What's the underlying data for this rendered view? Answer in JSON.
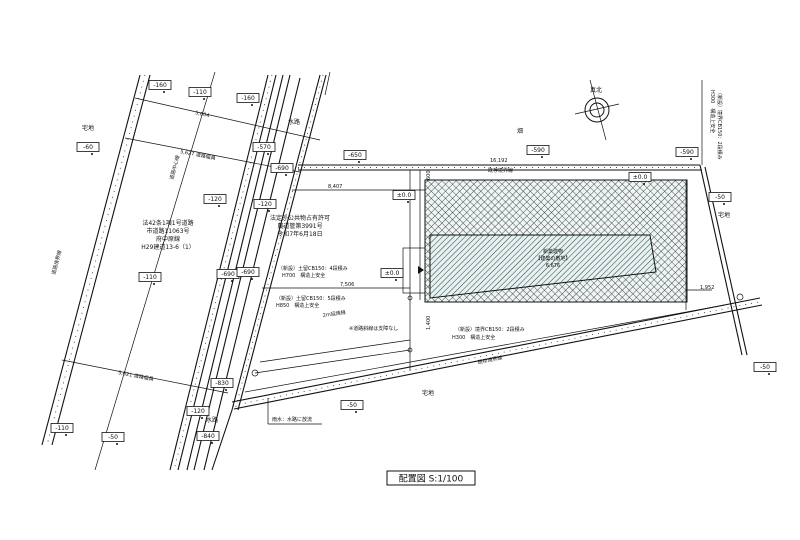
{
  "title": "配置図 S:1/100",
  "elevations": [
    "-160",
    "-110",
    "-160",
    "-570",
    "-690",
    "-650",
    "-590",
    "-590",
    "-120",
    "-120",
    "-60",
    "-110",
    "±0.0",
    "±0.0",
    "-50",
    "±0.0",
    "-690",
    "-690",
    "-50",
    "-50",
    "-830",
    "-120",
    "-840",
    "-110",
    "-50"
  ],
  "land_use": {
    "residential": "宅地",
    "field": "畑",
    "waterway": "水路"
  },
  "north": "真北",
  "dims": {
    "d5604": "5,604",
    "road_width_top": "5,627 道路幅員",
    "road_width_bottom": "5,621 道路幅員",
    "d8407": "8,407",
    "d16192": "16,192",
    "d7506": "7,506",
    "d1952": "1,952",
    "d1400": "1,400",
    "d600": "600"
  },
  "road": {
    "lines": [
      "法42条1項1号道路",
      "市道路11063号",
      "府中原線",
      "H29建道13-6（1）"
    ],
    "center_line": "道路中心線",
    "boundary_left": "道路境界線"
  },
  "permit": [
    "法定外公共物占有許可",
    "農道管第3991号",
    "令和7年6月18日"
  ],
  "notes": {
    "wall1_a": "（新設）土留CB150：4段積み",
    "wall1_b": "H700　構造上安全",
    "wall2_a": "（新設）土留CB150：5段積み",
    "wall2_b": "H850　構造上安全",
    "fire_line": "2m延焼線",
    "road_slope": "※道路斜線は支障なし",
    "wall3_a": "（新設）境界CB150：2段積み",
    "wall3_b": "H300　構造上安全",
    "wall4_a": "（新設）境界CB150：2段積み",
    "wall4_b": "H300　構造上安全",
    "existing_boundary": "既存境界線",
    "rain": "雨水：水路に放流"
  },
  "building": {
    "name": "新築建物",
    "sub": "【建築の敷地】",
    "area": "6,676"
  }
}
